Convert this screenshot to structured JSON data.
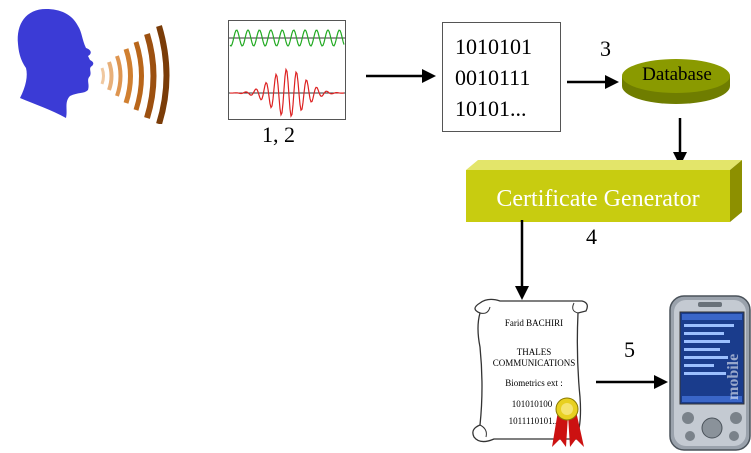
{
  "steps": {
    "wave_label": "1, 2",
    "database_label": "3",
    "generator_label": "4",
    "device_label": "5"
  },
  "binary_box": {
    "line1": "1010101",
    "line2": "0010111",
    "line3": "10101..."
  },
  "database": {
    "label": "Database"
  },
  "generator": {
    "label": "Certificate Generator"
  },
  "certificate": {
    "name": "Farid BACHIRI",
    "org_line1": "THALES",
    "org_line2": "COMMUNICATIONS",
    "field_label": "Biometrics ext :",
    "value_line1": "101010100",
    "value_line2": "1011110101..."
  },
  "device": {
    "brand": "mobile"
  },
  "colors": {
    "head": "#3b3bd6",
    "database": "#8a9a00",
    "generator_front": "#c8cc10",
    "generator_top": "#e3e56a",
    "generator_side": "#8d9000",
    "wave_green": "#22aa22",
    "wave_red": "#dd2222",
    "seal_red": "#cc1111",
    "seal_gold": "#e8d020"
  }
}
